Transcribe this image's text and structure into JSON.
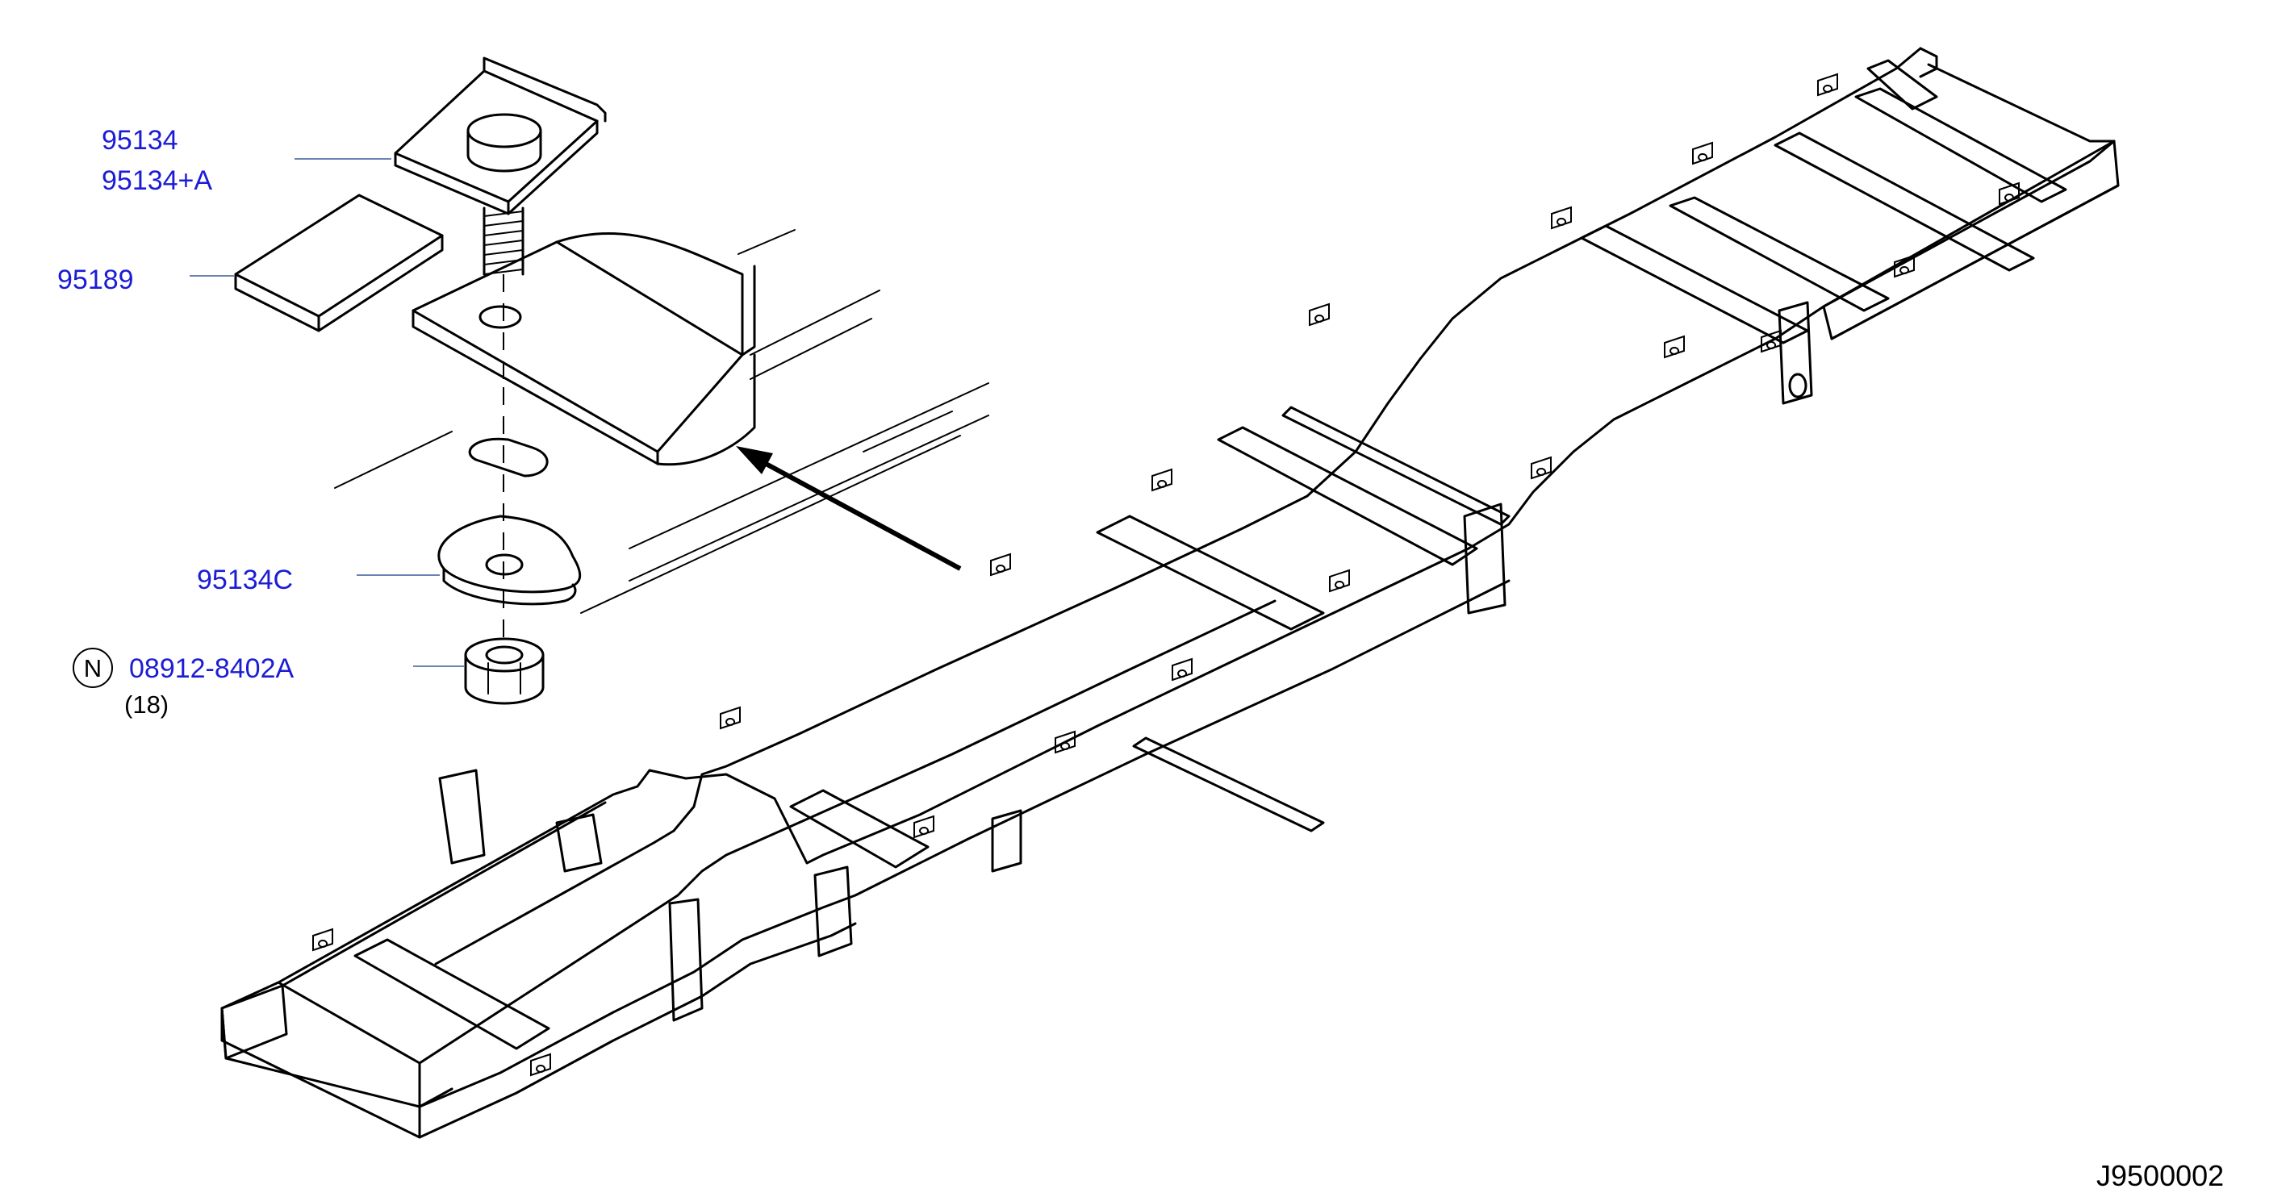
{
  "colors": {
    "callout_text": "#1c1cd6",
    "leader_line": "#3a5a9a",
    "drawing": "#000000",
    "background": "#ffffff"
  },
  "callouts": [
    {
      "id": "clip-top-a",
      "part_no": "95134"
    },
    {
      "id": "clip-top-b",
      "part_no": "95134+A"
    },
    {
      "id": "pad",
      "part_no": "95189"
    },
    {
      "id": "washer",
      "part_no": "95134C"
    },
    {
      "id": "nut",
      "part_no": "08912-8402A",
      "symbol": "N",
      "quantity": "(18)"
    }
  ],
  "reference_code": "J9500002"
}
